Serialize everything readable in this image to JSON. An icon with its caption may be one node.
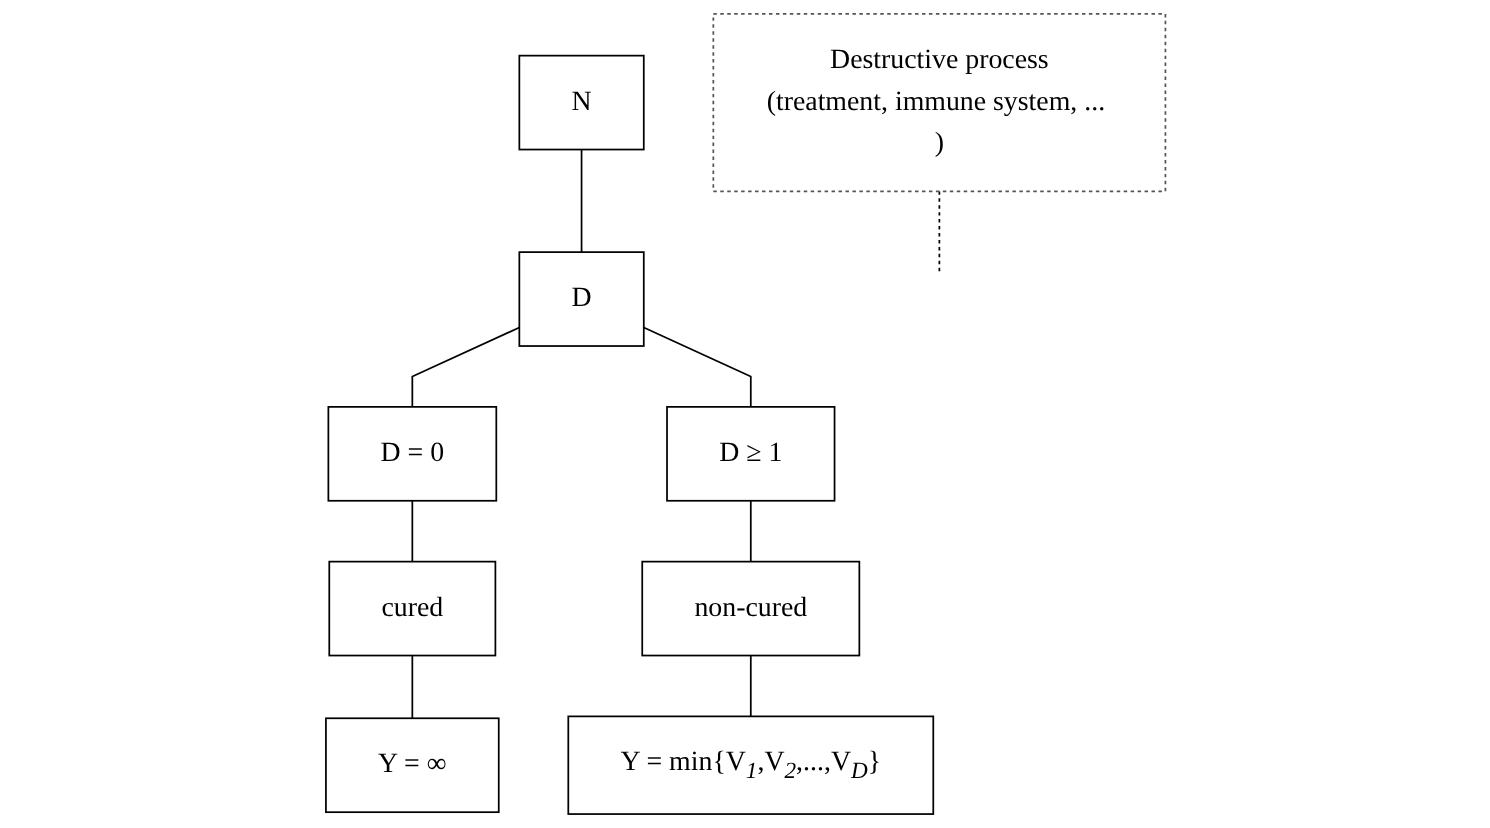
{
  "diagram": {
    "nodes": [
      {
        "text": [
          "N"
        ]
      },
      {
        "text": [
          "Destructive process",
          "(treatment, immune system, ... )"
        ]
      },
      {
        "text": [
          "D"
        ]
      },
      {
        "text": [
          "D = 0"
        ]
      },
      {
        "text": [
          "D ≥ 1"
        ]
      },
      {
        "text": [
          "cured"
        ]
      },
      {
        "text": [
          "non-cured"
        ]
      },
      {
        "text": [
          "Y = ∞"
        ]
      },
      {
        "text": [
          "Y = min{V$_{1}$,V$_{2}$,...,V$_{D}$}"
        ]
      }
    ],
    "edges": [
      {
        "from": 0,
        "to": 2,
        "arrow": "none"
      },
      {
        "from": 1,
        "to": null,
        "arrow": "none",
        "style": "dashed"
      },
      {
        "from": 2,
        "to": 3,
        "arrow": "none"
      },
      {
        "from": 2,
        "to": 4,
        "arrow": "none"
      },
      {
        "from": 3,
        "to": 5,
        "arrow": "none"
      },
      {
        "from": 5,
        "to": 7,
        "arrow": "none"
      },
      {
        "from": 4,
        "to": 6,
        "arrow": "none"
      },
      {
        "from": 6,
        "to": 8,
        "arrow": "none"
      }
    ]
  }
}
